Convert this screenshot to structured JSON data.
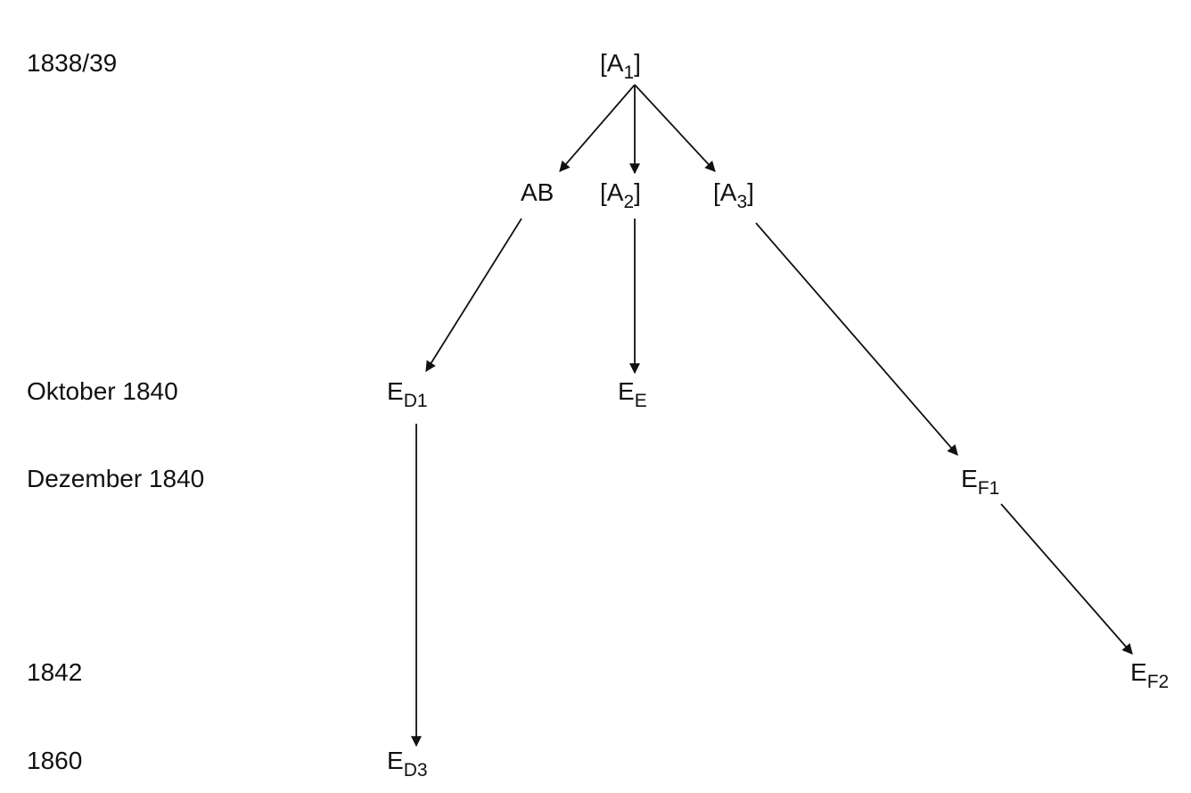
{
  "timeline": [
    "1838/39",
    "Oktober 1840",
    "Dezember 1840",
    "1842",
    "1860"
  ],
  "nodes": {
    "a1": {
      "pre": "[A",
      "sub": "1",
      "post": "]"
    },
    "ab": {
      "pre": "AB",
      "sub": "",
      "post": ""
    },
    "a2": {
      "pre": "[A",
      "sub": "2",
      "post": "]"
    },
    "a3": {
      "pre": "[A",
      "sub": "3",
      "post": "]"
    },
    "ed1": {
      "pre": "E",
      "sub": "D1",
      "post": ""
    },
    "ee": {
      "pre": "E",
      "sub": "E",
      "post": ""
    },
    "ef1": {
      "pre": "E",
      "sub": "F1",
      "post": ""
    },
    "ef2": {
      "pre": "E",
      "sub": "F2",
      "post": ""
    },
    "ed3": {
      "pre": "E",
      "sub": "D3",
      "post": ""
    }
  },
  "edges": [
    [
      "a1",
      "ab"
    ],
    [
      "a1",
      "a2"
    ],
    [
      "a1",
      "a3"
    ],
    [
      "ab",
      "ed1"
    ],
    [
      "a2",
      "ee"
    ],
    [
      "a3",
      "ef1"
    ],
    [
      "ed1",
      "ed3"
    ],
    [
      "ef1",
      "ef2"
    ]
  ]
}
